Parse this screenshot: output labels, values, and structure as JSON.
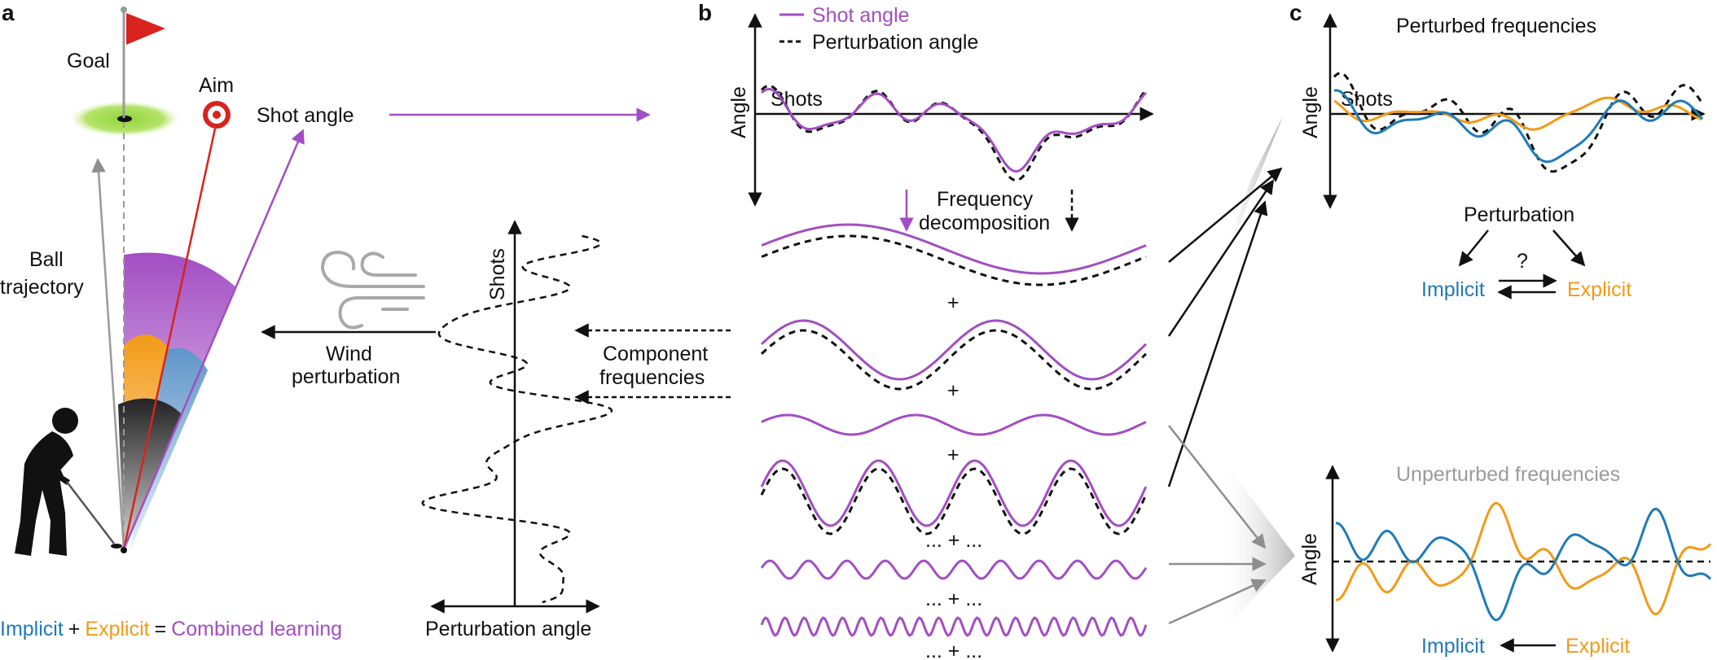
{
  "colors": {
    "purple": "#a24ec2",
    "blue": "#1f7ab8",
    "orange": "#f29b16",
    "red": "#d8231e",
    "green": "#8fd43a",
    "gray": "#8e8e8e",
    "gray_label": "#9b9b9b",
    "black": "#111111"
  },
  "icons": [
    "flag-icon",
    "target-icon",
    "wind-icon",
    "golfer-silhouette"
  ],
  "panel_a": {
    "letter": "a",
    "goal": "Goal",
    "aim": "Aim",
    "shot_angle": "Shot angle",
    "ball_1": "Ball",
    "ball_2": "trajectory",
    "wind_1": "Wind",
    "wind_2": "perturbation",
    "eq_implicit": "Implicit",
    "eq_plus": "+",
    "eq_explicit": "Explicit",
    "eq_equals": "=",
    "eq_combined": "Combined learning",
    "axis_y": "Shots",
    "axis_x": "Perturbation angle"
  },
  "panel_b": {
    "letter": "b",
    "legend_shot": "Shot angle",
    "legend_pert": "Perturbation angle",
    "axis_y": "Angle",
    "axis_x": "Shots",
    "freq_1": "Frequency",
    "freq_2": "decomposition",
    "comp_1": "Component",
    "comp_2": "frequencies",
    "plus": "+",
    "dots_plus": "... + ..."
  },
  "panel_c": {
    "letter": "c",
    "perturbed_title": "Perturbed frequencies",
    "unperturbed_title": "Unperturbed frequencies",
    "axis_y": "Angle",
    "axis_x": "Shots",
    "perturbation": "Perturbation",
    "question": "?",
    "implicit": "Implicit",
    "explicit": "Explicit",
    "implicit_2": "Implicit",
    "explicit_2": "Explicit"
  }
}
